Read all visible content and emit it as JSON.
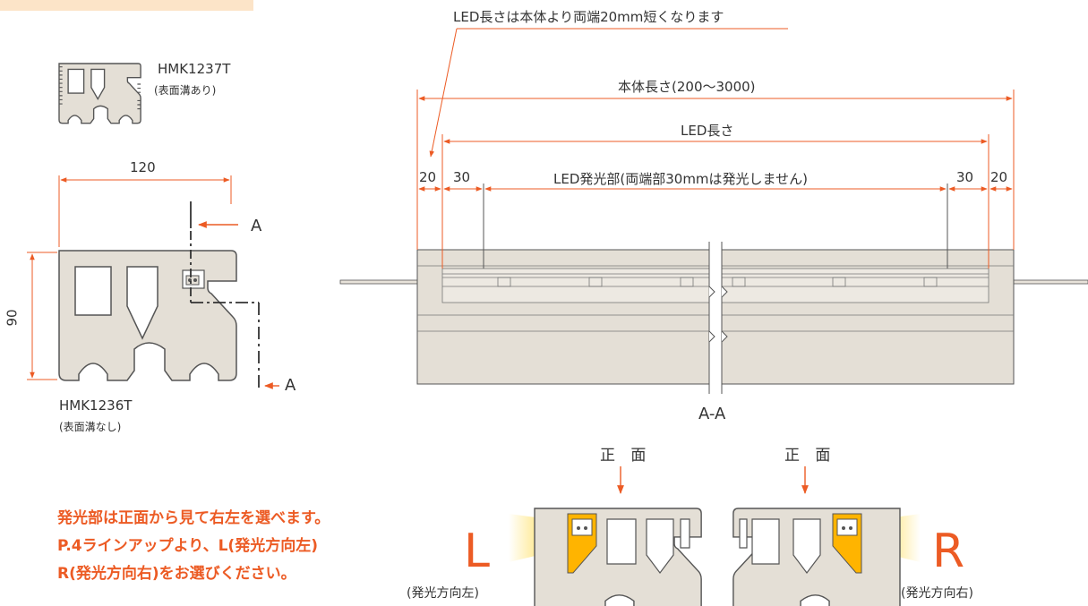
{
  "palette": {
    "body": "#e4dfd6",
    "outline": "#555555",
    "dimension": "#ec5b24",
    "glow": "#ffd21e",
    "accent_band": "#fce4c8"
  },
  "profiles": {
    "top_model": "HMK1237T",
    "top_note": "(表面溝あり)",
    "main_model": "HMK1236T",
    "main_note": "(表面溝なし)",
    "width_dim": "120",
    "height_dim": "90",
    "section_mark": "A"
  },
  "elevation": {
    "callout": "LED長さは本体より両端20mm短くなります",
    "body_length": "本体長さ(200〜3000)",
    "led_length": "LED長さ",
    "emitting": "LED発光部(両端部30mmは発光しません)",
    "end_left_20": "20",
    "end_left_30": "30",
    "end_right_30": "30",
    "end_right_20": "20",
    "section_label": "A-A"
  },
  "direction": {
    "front": "正 面",
    "left_letter": "L",
    "left_label": "(発光方向左)",
    "right_letter": "R",
    "right_label": "(発光方向右)",
    "notes": [
      "発光部は正面から見て右左を選べます。",
      "P.4ラインアップより、L(発光方向左)",
      "R(発光方向右)をお選びください。"
    ]
  }
}
